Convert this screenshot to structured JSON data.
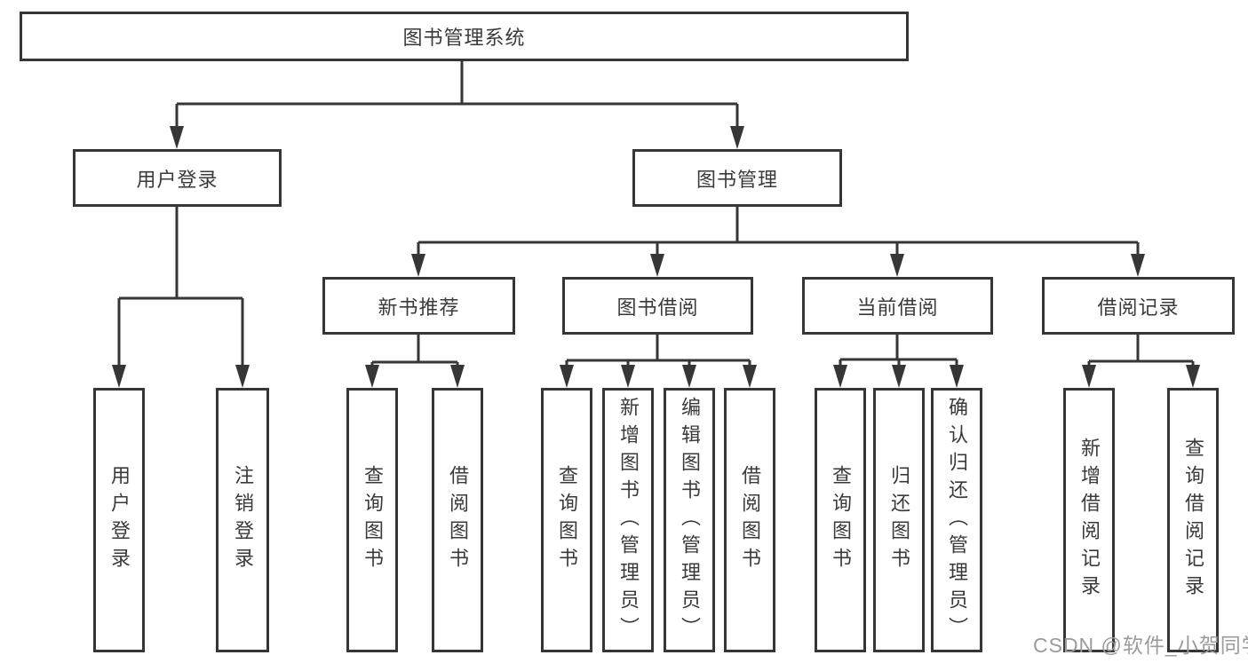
{
  "diagram": {
    "watermark": "CSDN @软件_小贺同学",
    "colors": {
      "line": "#363636",
      "box_border": "#363636",
      "text": "#3a3a3a",
      "watermark": "#9b9b9b",
      "background": "#ffffff"
    },
    "tree": {
      "root": "图书管理系统",
      "children": [
        {
          "label": "用户登录",
          "children": [
            "用户登录",
            "注销登录"
          ]
        },
        {
          "label": "图书管理",
          "children": [
            {
              "label": "新书推荐",
              "children": [
                "查询图书",
                "借阅图书"
              ]
            },
            {
              "label": "图书借阅",
              "children": [
                "查询图书",
                "新增图书（管理员）",
                "编辑图书（管理员）",
                "借阅图书"
              ]
            },
            {
              "label": "当前借阅",
              "children": [
                "查询图书",
                "归还图书",
                "确认归还（管理员）"
              ]
            },
            {
              "label": "借阅记录",
              "children": [
                "新增借阅记录",
                "查询借阅记录"
              ]
            }
          ]
        }
      ]
    }
  }
}
